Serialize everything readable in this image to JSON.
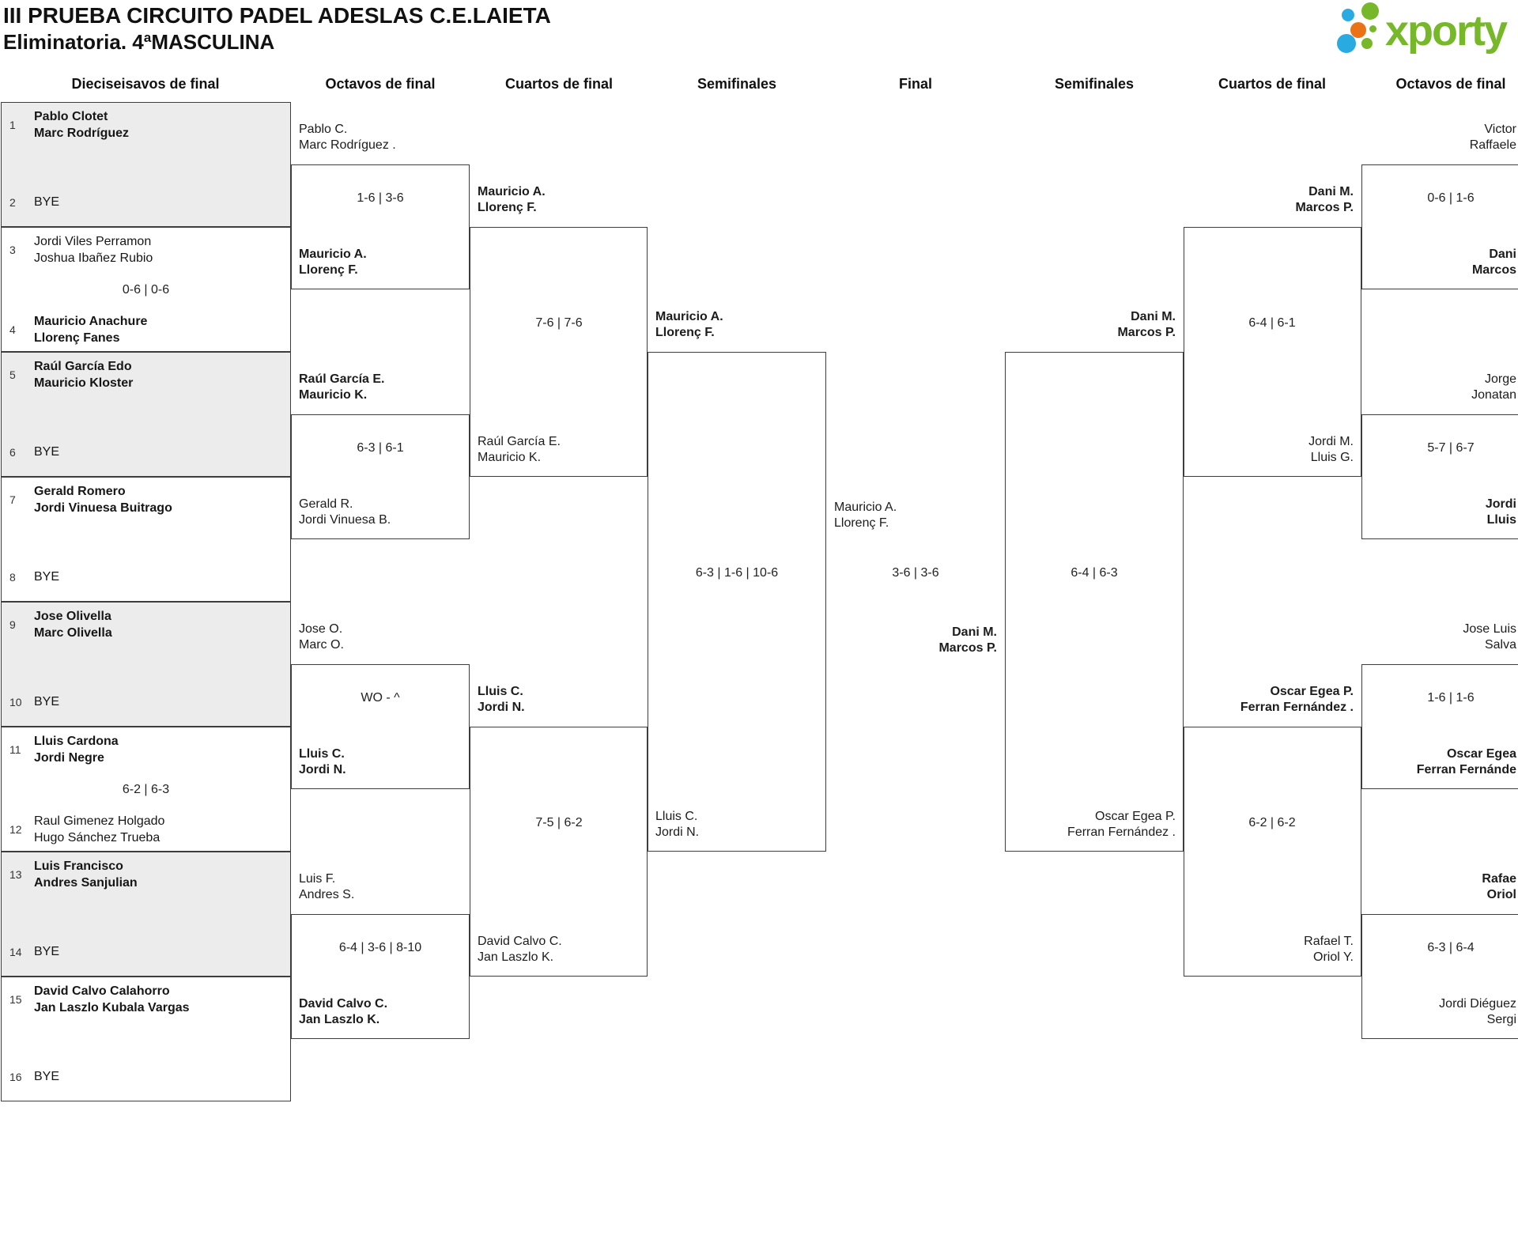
{
  "title": [
    "III PRUEBA CIRCUITO PADEL ADESLAS C.E.LAIETA",
    "Eliminatoria. 4ªMASCULINA"
  ],
  "logo": {
    "text": "xporty",
    "green": "#76b82a",
    "blue": "#29abe2",
    "orange": "#ea7317"
  },
  "round_headers": [
    "Dieciseisavos de final",
    "Octavos de final",
    "Cuartos de final",
    "Semifinales",
    "Final",
    "Semifinales",
    "Cuartos de final",
    "Octavos de final"
  ],
  "seeds": [
    {
      "n": "1",
      "a": "Pablo Clotet",
      "b": "Marc Rodríguez"
    },
    {
      "n": "2",
      "a": "BYE"
    },
    {
      "n": "3",
      "a": "Jordi Viles Perramon",
      "b": "Joshua Ibañez Rubio"
    },
    {
      "n": "4",
      "a": "Mauricio Anachure",
      "b": "Llorenç Fanes"
    },
    {
      "n": "5",
      "a": "Raúl García Edo",
      "b": "Mauricio Kloster"
    },
    {
      "n": "6",
      "a": "BYE"
    },
    {
      "n": "7",
      "a": "Gerald Romero",
      "b": "Jordi Vinuesa Buitrago"
    },
    {
      "n": "8",
      "a": "BYE"
    },
    {
      "n": "9",
      "a": "Jose Olivella",
      "b": "Marc Olivella"
    },
    {
      "n": "10",
      "a": "BYE"
    },
    {
      "n": "11",
      "a": "Lluis Cardona",
      "b": "Jordi Negre"
    },
    {
      "n": "12",
      "a": "Raul Gimenez Holgado",
      "b": "Hugo Sánchez Trueba"
    },
    {
      "n": "13",
      "a": "Luis Francisco",
      "b": "Andres Sanjulian"
    },
    {
      "n": "14",
      "a": "BYE"
    },
    {
      "n": "15",
      "a": "David Calvo Calahorro",
      "b": "Jan Laszlo Kubala Vargas"
    },
    {
      "n": "16",
      "a": "BYE"
    }
  ],
  "scores": {
    "r32_m2": "0-6 | 0-6",
    "r32_m6": "6-2 | 6-3",
    "ol1": "1-6 | 3-6",
    "ol2": "6-3 | 6-1",
    "ol3": "WO - ^",
    "ol4": "6-4 | 3-6 | 8-10",
    "cl1": "7-6 | 7-6",
    "cl2": "7-5 | 6-2",
    "sl": "6-3 | 1-6 | 10-6",
    "final": "3-6 | 3-6",
    "sr": "6-4 | 6-3",
    "cr1": "6-4 | 6-1",
    "cr2": "6-2 | 6-2",
    "or1": "0-6 | 1-6",
    "or2": "5-7 | 6-7",
    "or3": "1-6 | 1-6",
    "or4": "6-3 | 6-4"
  },
  "entrants": {
    "ol1_top": {
      "a": "Pablo C.",
      "b": "Marc Rodríguez ."
    },
    "ol1_bot": {
      "a": "Mauricio A.",
      "b": "Llorenç F."
    },
    "ol2_top": {
      "a": "Raúl García E.",
      "b": "Mauricio K."
    },
    "ol2_bot": {
      "a": "Gerald R.",
      "b": "Jordi Vinuesa B."
    },
    "ol3_top": {
      "a": "Jose O.",
      "b": "Marc O."
    },
    "ol3_bot": {
      "a": "Lluis C.",
      "b": "Jordi N."
    },
    "ol4_top": {
      "a": "Luis F.",
      "b": "Andres S."
    },
    "ol4_bot": {
      "a": "David Calvo C.",
      "b": "Jan Laszlo K."
    },
    "cl1_top": {
      "a": "Mauricio A.",
      "b": "Llorenç F."
    },
    "cl1_bot": {
      "a": "Raúl García E.",
      "b": "Mauricio K."
    },
    "cl2_top": {
      "a": "Lluis C.",
      "b": "Jordi N."
    },
    "cl2_bot": {
      "a": "David Calvo C.",
      "b": "Jan Laszlo K."
    },
    "sl_top": {
      "a": "Mauricio A.",
      "b": "Llorenç F."
    },
    "sl_bot": {
      "a": "Lluis C.",
      "b": "Jordi N."
    },
    "f_left": {
      "a": "Mauricio A.",
      "b": "Llorenç F."
    },
    "f_right": {
      "a": "Dani M.",
      "b": "Marcos P."
    },
    "sr_top": {
      "a": "Dani M.",
      "b": "Marcos P."
    },
    "sr_bot": {
      "a": "Oscar Egea P.",
      "b": "Ferran Fernández ."
    },
    "cr1_top": {
      "a": "Dani M.",
      "b": "Marcos P."
    },
    "cr1_bot": {
      "a": "Jordi M.",
      "b": "Lluis G."
    },
    "cr2_top": {
      "a": "Oscar Egea P.",
      "b": "Ferran Fernández ."
    },
    "cr2_bot": {
      "a": "Rafael T.",
      "b": "Oriol Y."
    },
    "or1_top": {
      "a": "Victor",
      "b": "Raffaele"
    },
    "or1_bot": {
      "a": "Dani",
      "b": "Marcos"
    },
    "or2_top": {
      "a": "Jorge",
      "b": "Jonatan"
    },
    "or2_bot": {
      "a": "Jordi",
      "b": "Lluis"
    },
    "or3_top": {
      "a": "Jose Luis",
      "b": "Salva"
    },
    "or3_bot": {
      "a": "Oscar Egea",
      "b": "Ferran Fernánde"
    },
    "or4_top": {
      "a": "Rafae",
      "b": "Oriol"
    },
    "or4_bot": {
      "a": "Jordi Diéguez",
      "b": "Sergi"
    }
  }
}
